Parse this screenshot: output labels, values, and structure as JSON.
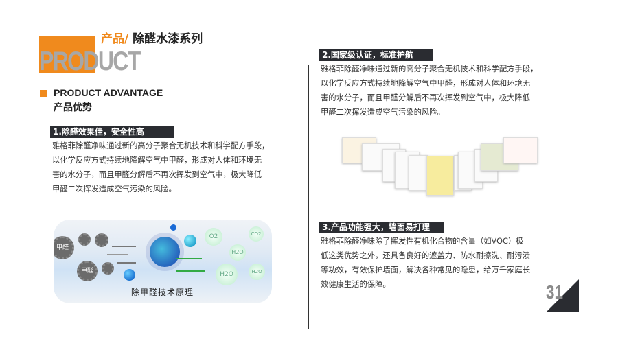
{
  "header": {
    "title_prefix": "产品/",
    "title_main": " 除醛水漆系列",
    "bg_word": "PRODUCT"
  },
  "advantage": {
    "en": "PRODUCT ADVANTAGE",
    "cn": "产品优势"
  },
  "sections": [
    {
      "heading": "1.除醛效果佳，安全性高",
      "lines": [
        "雅格菲除醛净味通过新的高分子聚合无机技术和科学配方手段，",
        "以化学反应方式持续地降解空气中甲醛，形成对人体和环境无",
        "害的水分子，而且甲醛分解后不再次挥发到空气中，极大降低",
        "甲醛二次挥发造成空气污染的风险。"
      ]
    },
    {
      "heading": "2.国家级认证，标准护航",
      "lines": [
        "雅格菲除醛净味通过新的高分子聚合无机技术和科学配方手段，",
        "以化学反应方式持续地降解空气中甲醛，形成对人体和环境无",
        "害的水分子，而且甲醛分解后不再次挥发到空气中，极大降低",
        "甲醛二次挥发造成空气污染的风险。"
      ]
    },
    {
      "heading": "3.产品功能强大，墙面易打理",
      "lines": [
        "雅格菲除醛净味除了挥发性有机化合物的含量（如VOC）极",
        "低这类优势之外，还具备良好的遮盖力、防水耐擦洗、耐污渍",
        "等功效，有效保护墙面，解决各种常见的隐患，给万千家庭长",
        "效健康生活的保障。"
      ]
    }
  ],
  "illustration": {
    "caption": "除甲醛技术原理",
    "labels": {
      "formaldehyde": "甲醛",
      "o2": "O2",
      "h2o": "H2O",
      "co2": "CO2"
    }
  },
  "page_number": "31",
  "colors": {
    "accent": "#f08a1d",
    "dark": "#2a2c31"
  }
}
